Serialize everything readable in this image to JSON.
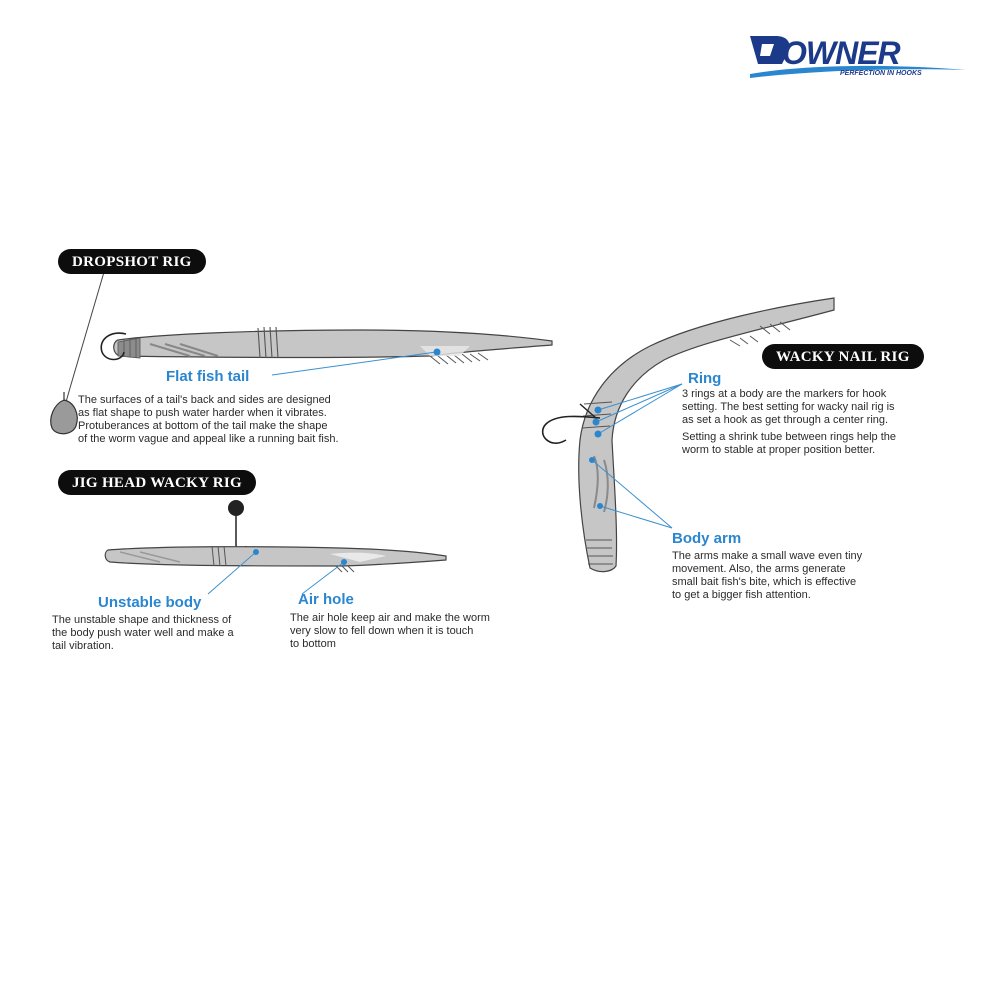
{
  "brand": {
    "name": "OWNER",
    "tagline": "PERFECTION IN HOOKS",
    "color": "#1c3a8a",
    "accent": "#2a86cf"
  },
  "sections": {
    "dropshot": {
      "title": "DROPSHOT RIG",
      "callout": {
        "heading": "Flat fish tail",
        "lines": [
          "The surfaces of a tail's back and sides are designed",
          "as flat shape to push water harder when it vibrates.",
          "Protuberances at bottom of the tail make the shape",
          "of the worm vague and appeal like a running bait fish."
        ]
      }
    },
    "jighead": {
      "title": "JIG HEAD WACKY RIG",
      "unstable": {
        "heading": "Unstable body",
        "lines": [
          "The unstable shape and thickness of",
          "the body push water well and make a",
          "tail vibration."
        ]
      },
      "airhole": {
        "heading": "Air hole",
        "lines": [
          "The air hole keep air and make the worm",
          "very slow to fell down when it is touch",
          "to bottom"
        ]
      }
    },
    "wacky": {
      "title": "WACKY NAIL RIG",
      "ring": {
        "heading": "Ring",
        "lines": [
          "3 rings at a body are the markers for hook",
          "setting. The best setting for wacky nail rig is",
          "as set a hook as get through a center ring.",
          "Setting a shrink tube between rings help the",
          "worm to stable at proper position better."
        ]
      },
      "bodyarm": {
        "heading": "Body arm",
        "lines": [
          "The arms make a small wave even tiny",
          "movement. Also, the arms generate",
          "small bait fish's bite, which is effective",
          "to get a bigger fish attention."
        ]
      }
    }
  }
}
